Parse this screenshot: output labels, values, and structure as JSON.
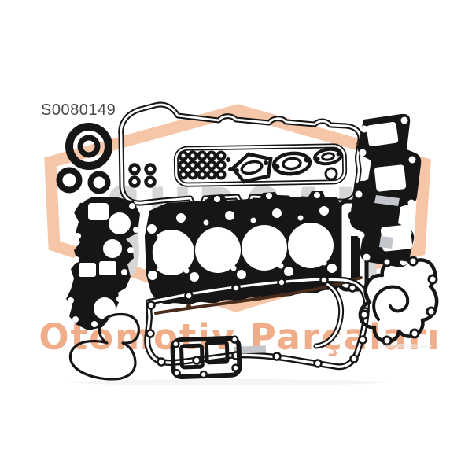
{
  "product": {
    "code": "S0080149"
  },
  "watermark": {
    "brand": "SUPSAN",
    "tagline": "Otomotiv Parçaları"
  },
  "colors": {
    "background": "#ffffff",
    "gasket_black": "#161616",
    "watermark_peach": "#f6c6a8",
    "tagline_peach": "#f0ad89",
    "brand_gray": "#d6d6d6",
    "code_gray": "#474747",
    "reflection_gray": "#c3c7cc",
    "rubber_brown": "#4a2c1c"
  },
  "semantic_parts": [
    "crankshaft-front-seal",
    "o-ring-seals",
    "valve-cover-gasket",
    "valve-stem-seal-grid",
    "small-flange-gaskets",
    "cylinder-head-gasket",
    "intake-manifold-gasket",
    "exhaust-manifold-gasket",
    "rubber-strip-gasket",
    "front-cover-frame-gasket",
    "oil-pump-plate-gasket",
    "oil-cooler-o-ring",
    "water-pump-gasket"
  ]
}
